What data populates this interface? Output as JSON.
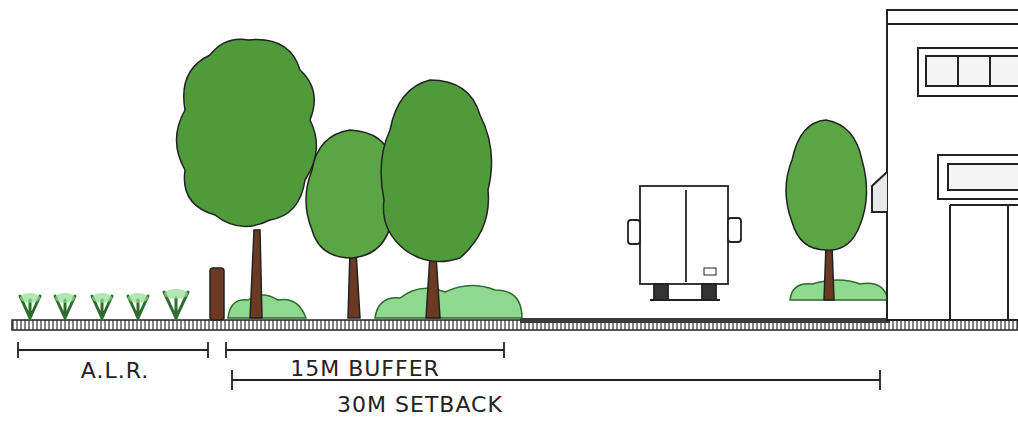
{
  "diagram": {
    "labels": [
      "A.L.R.",
      "15M BUFFER",
      "30M SETBACK"
    ]
  }
}
